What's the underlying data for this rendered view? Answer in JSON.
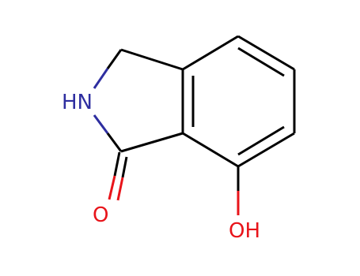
{
  "molecule": {
    "atoms": {
      "nh": "HN",
      "carbonyl_o": "O",
      "hydroxyl": "OH"
    },
    "colors": {
      "bond": "#000000",
      "nitrogen": "#2e2ea0",
      "oxygen": "#e8141a"
    }
  }
}
